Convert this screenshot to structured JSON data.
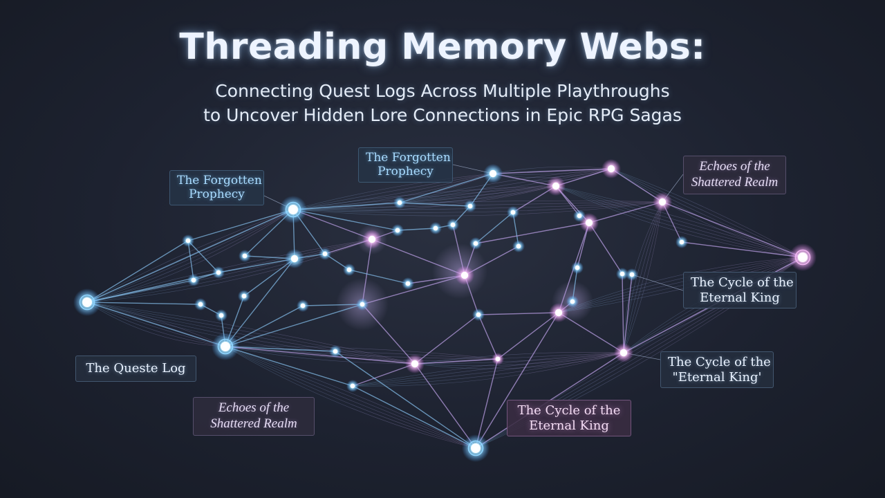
{
  "header": {
    "title": "Threading Memory Webs:",
    "subtitle_line1": "Connecting Quest Logs Across Multiple Playthroughs",
    "subtitle_line2": "to Uncover Hidden Lore Connections in Epic RPG Sagas"
  },
  "labels": {
    "forgotten_left": {
      "line1": "The Forgotten",
      "line2": "Prophecy"
    },
    "forgotten_top": {
      "line1": "The Forgotten",
      "line2": "Prophecy"
    },
    "echoes_top_right": {
      "line1": "Echoes of the",
      "line2": "Shattered Realm"
    },
    "cycle_right_upper": {
      "line1": "The Cycle of the",
      "line2": "Eternal King"
    },
    "quest_log": {
      "line1": "The Queste Log"
    },
    "cycle_right_lower": {
      "line1": "The Cycle of the",
      "line2": "\"Eternal King'"
    },
    "echoes_bottom_left": {
      "line1": "Echoes of the",
      "line2": "Shattered Realm"
    },
    "cycle_bottom": {
      "line1": "The Cycle of the",
      "line2": "Eternal King"
    }
  },
  "colors": {
    "background": "#1b1f2c",
    "node_blue": "#8fd6ff",
    "node_pink": "#f2b6f2",
    "line_blue": "#7fb8ea",
    "line_violet": "#b79ce6"
  }
}
